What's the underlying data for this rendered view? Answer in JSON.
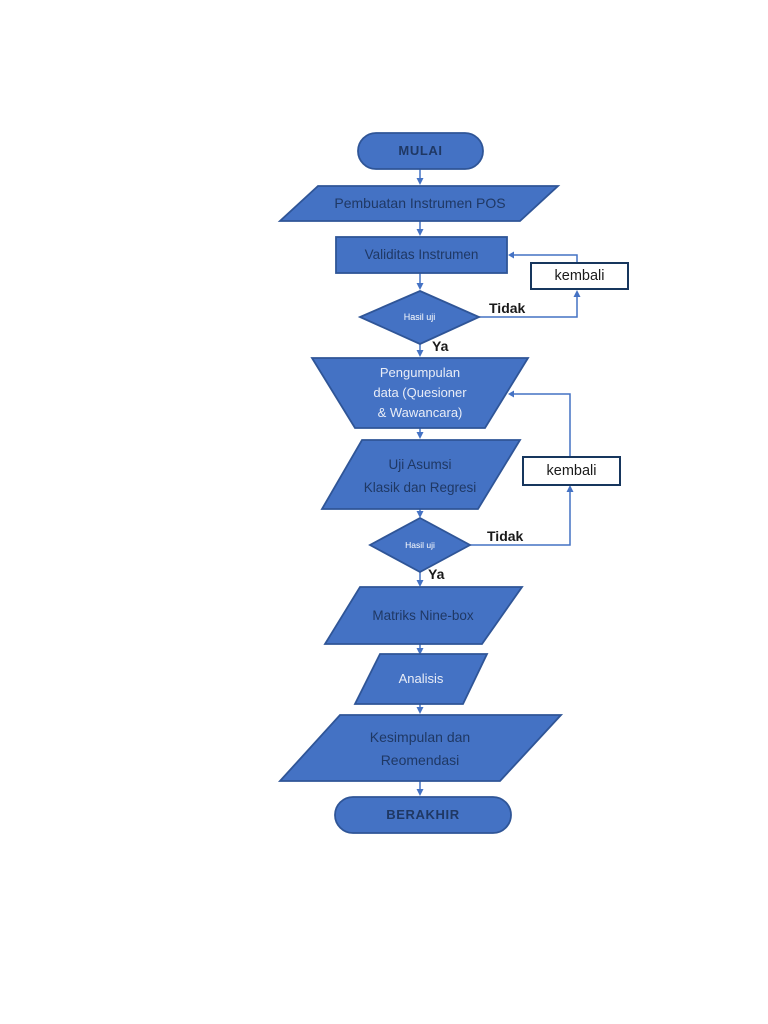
{
  "flowchart": {
    "title": "Research process flowchart (Indonesian)",
    "nodes": {
      "start": "MULAI",
      "instrument": "Pembuatan Instrumen POS",
      "validity": "Validitas Instrumen",
      "decision1": "Hasil uji",
      "kembali1": "kembali",
      "collect_line1": "Pengumpulan",
      "collect_line2": "data (Quesioner",
      "collect_line3": "& Wawancara)",
      "assumption_line1": "Uji Asumsi",
      "assumption_line2": "Klasik dan Regresi",
      "kembali2": "kembali",
      "decision2": "Hasil uji",
      "matrix": "Matriks Nine-box",
      "analysis": "Analisis",
      "conclusion_line1": "Kesimpulan dan",
      "conclusion_line2": "Reomendasi",
      "end": "BERAKHIR"
    },
    "edge_labels": {
      "tidak1": "Tidak",
      "ya1": "Ya",
      "tidak2": "Tidak",
      "ya2": "Ya"
    },
    "colors": {
      "background": "#FFFFFF",
      "shape_fill": "#4472C4",
      "shape_border": "#2F5597",
      "dark_text": "#1F3864",
      "light_text": "#E9EDF7",
      "connector": "#4472C4",
      "kembali_border": "#17365D",
      "label_text": "#1A1A1A"
    }
  }
}
